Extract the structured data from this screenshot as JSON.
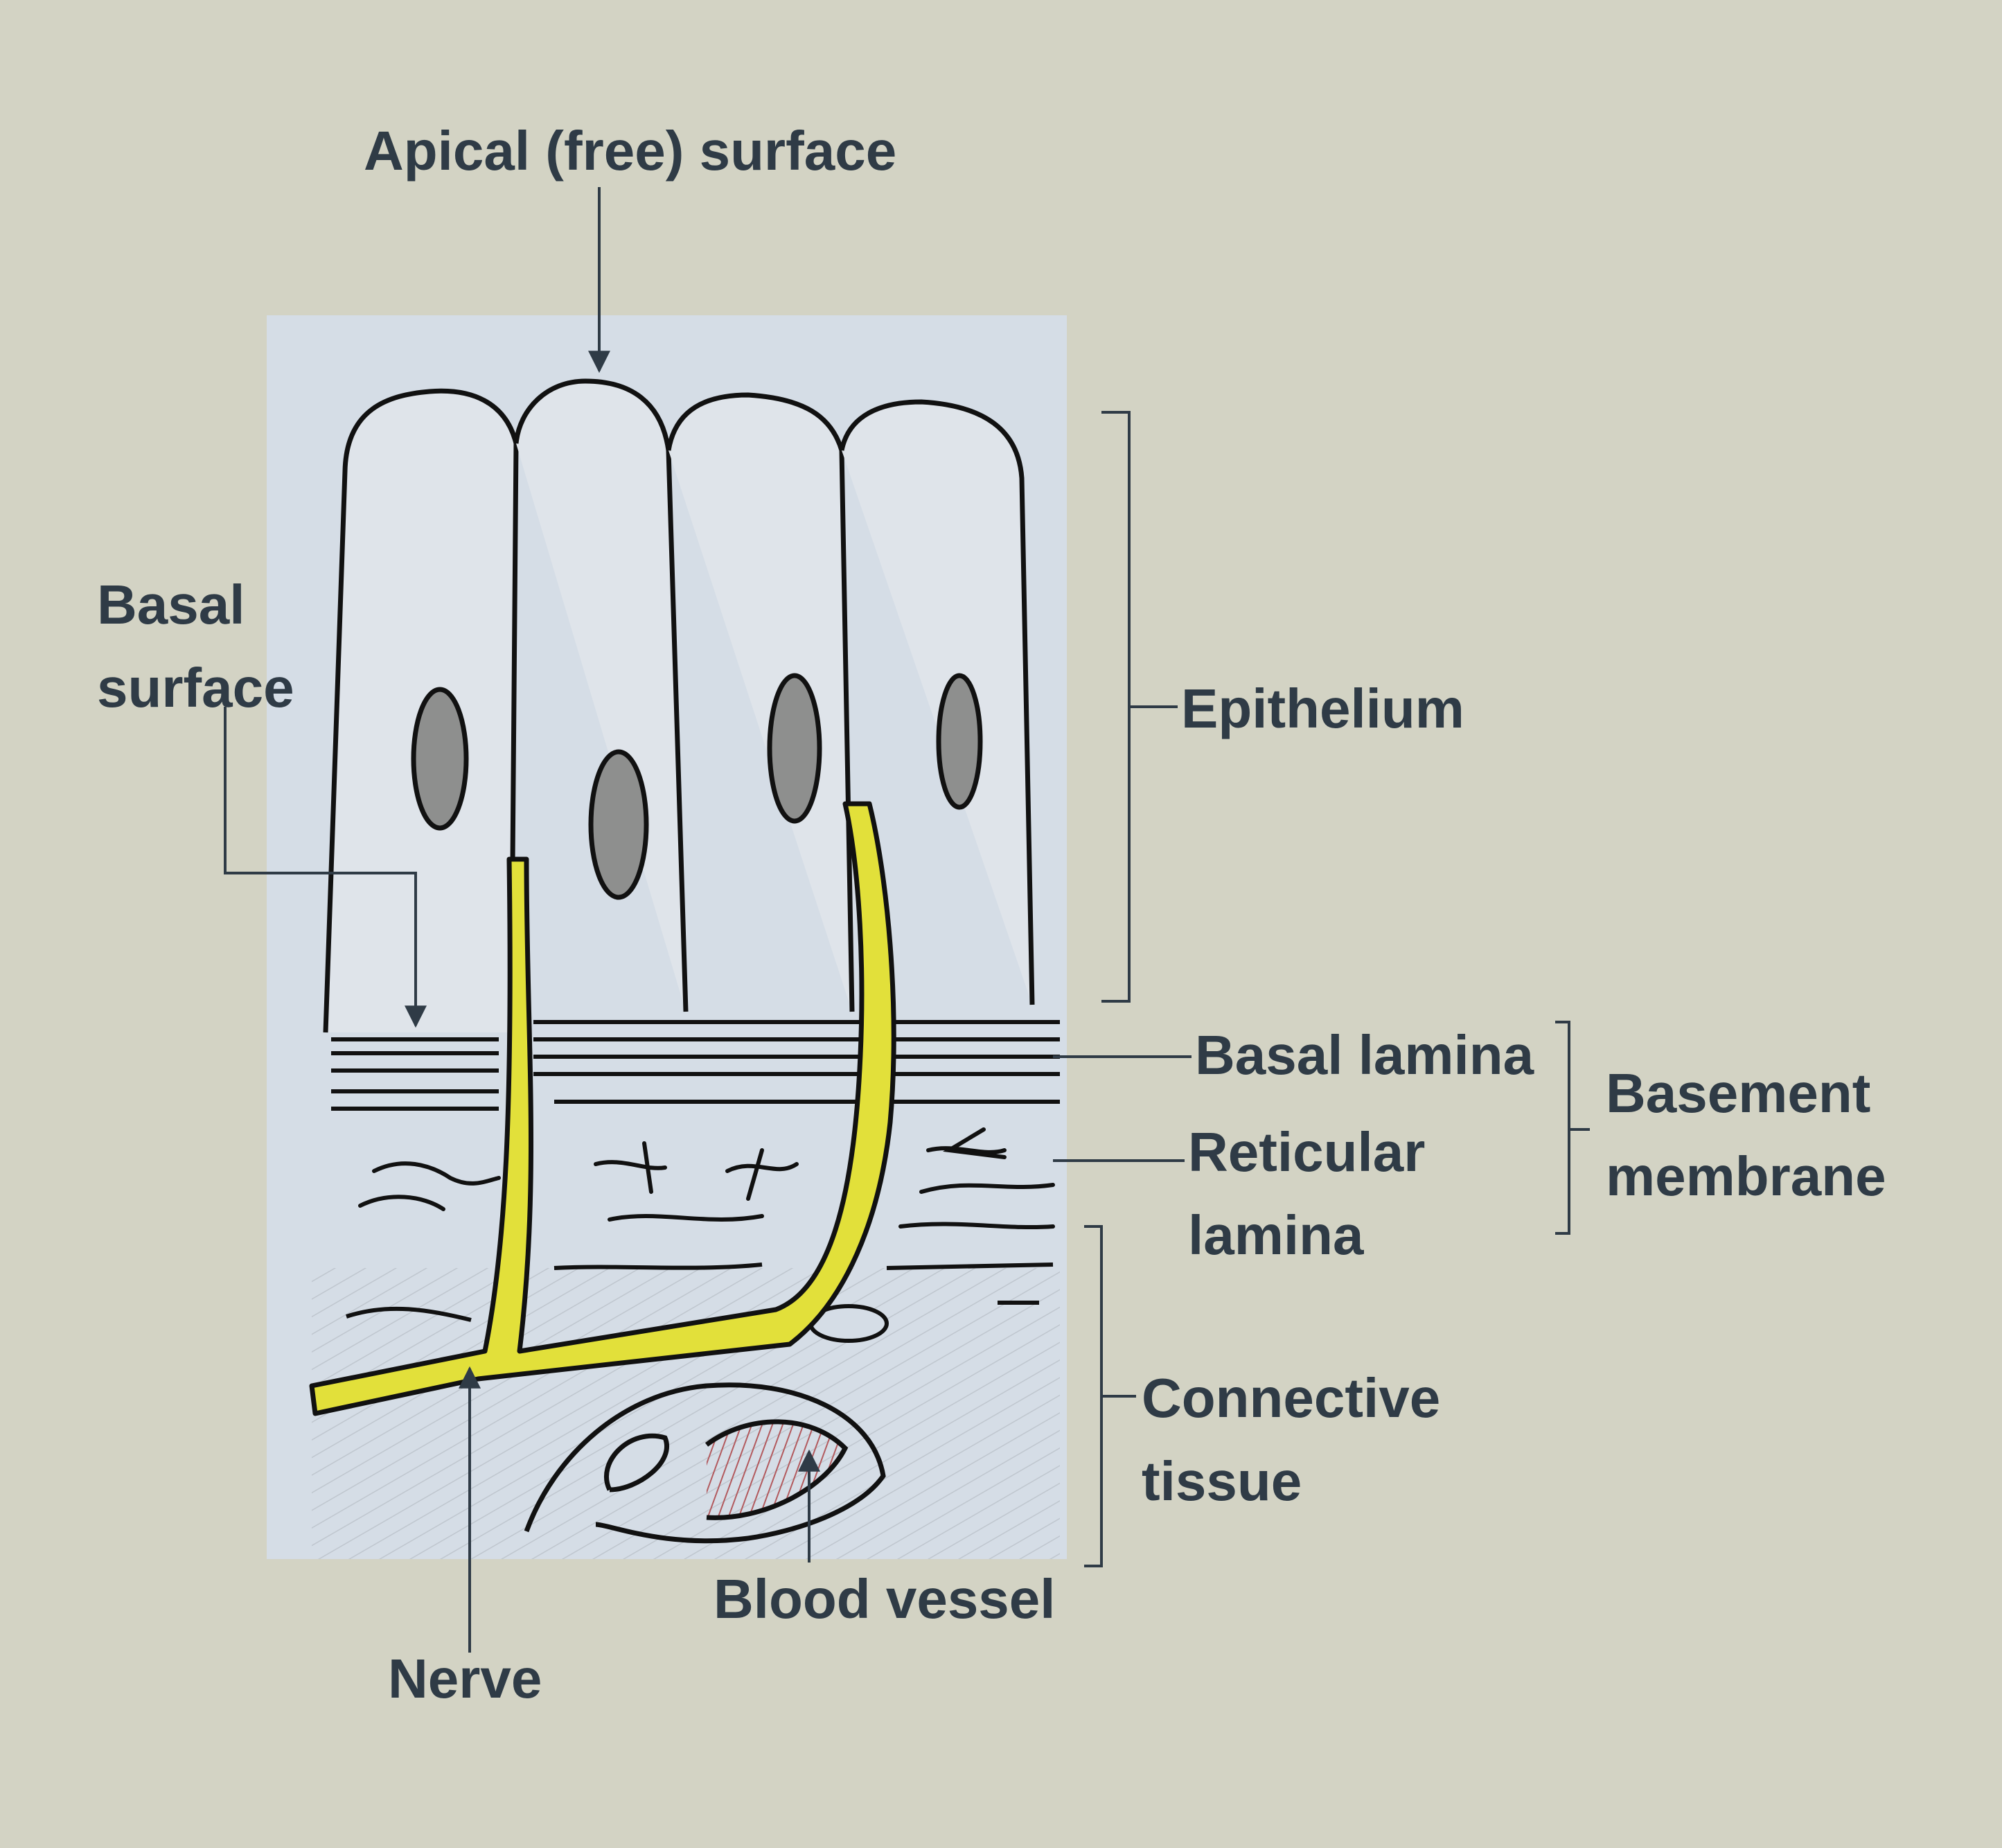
{
  "labels": {
    "apical_surface": "Apical (free) surface",
    "basal_surface_line1": "Basal",
    "basal_surface_line2": "surface",
    "epithelium": "Epithelium",
    "basal_lamina": "Basal lamina",
    "reticular_lamina_line1": "Reticular",
    "reticular_lamina_line2": "lamina",
    "basement_membrane_line1": "Basement",
    "basement_membrane_line2": "membrane",
    "connective_tissue_line1": "Connective",
    "connective_tissue_line2": "tissue",
    "blood_vessel": "Blood vessel",
    "nerve": "Nerve"
  },
  "colors": {
    "screen_background": "#d3d3c4",
    "illustration_background": "#d5dde6",
    "label_text": "#2f3b46",
    "outline": "#111111",
    "nerve": "#e2e03a",
    "nucleus": "#8e8f8e",
    "blood": "#b25a5e"
  }
}
